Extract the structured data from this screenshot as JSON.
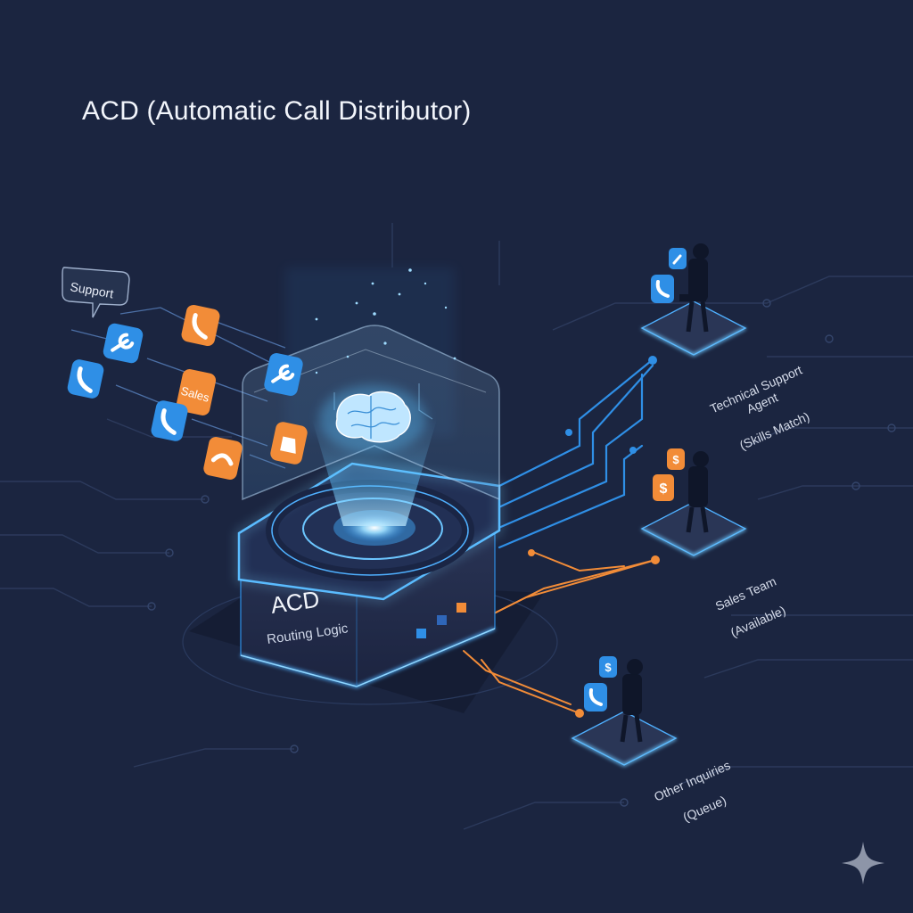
{
  "title": "ACD (Automatic Call Distributor)",
  "hub": {
    "label": "ACD",
    "sublabel": "Routing Logic"
  },
  "incoming_tags": {
    "support": "Support",
    "sales": "Sales"
  },
  "destinations": [
    {
      "name": "Technical Support Agent",
      "note": "(Skills Match)"
    },
    {
      "name": "Sales Team",
      "note": "(Available)"
    },
    {
      "name": "Other Inquiries",
      "note": "(Queue)"
    }
  ],
  "colors": {
    "background": "#1b2540",
    "accent_blue": "#2f8fe6",
    "accent_orange": "#f28c38",
    "glow_cyan": "#7fd3ff"
  },
  "icons": {
    "hub_core": "brain-icon",
    "call": "phone-icon",
    "tech": "wrench-icon",
    "sales": "dollar-icon",
    "brand": "sparkle-icon"
  }
}
